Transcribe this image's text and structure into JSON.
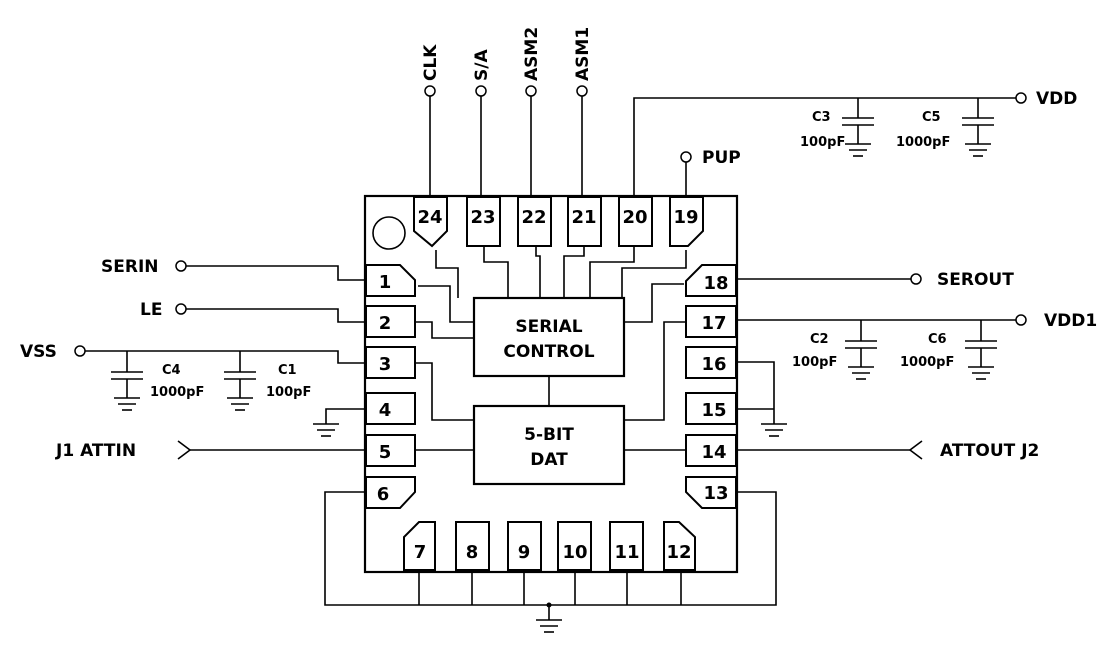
{
  "pins": {
    "p1": "1",
    "p2": "2",
    "p3": "3",
    "p4": "4",
    "p5": "5",
    "p6": "6",
    "p7": "7",
    "p8": "8",
    "p9": "9",
    "p10": "10",
    "p11": "11",
    "p12": "12",
    "p13": "13",
    "p14": "14",
    "p15": "15",
    "p16": "16",
    "p17": "17",
    "p18": "18",
    "p19": "19",
    "p20": "20",
    "p21": "21",
    "p22": "22",
    "p23": "23",
    "p24": "24"
  },
  "signals": {
    "clk": "CLK",
    "sa": "S/A",
    "asm2": "ASM2",
    "asm1": "ASM1",
    "vdd": "VDD",
    "pup": "PUP",
    "serin": "SERIN",
    "le": "LE",
    "vss": "VSS",
    "attin": "J1  ATTIN",
    "serout": "SEROUT",
    "vdd1": "VDD1",
    "attout": "ATTOUT  J2"
  },
  "blocks": {
    "serial_l1": "SERIAL",
    "serial_l2": "CONTROL",
    "dat_l1": "5-BIT",
    "dat_l2": "DAT"
  },
  "caps": {
    "c1": {
      "name": "C1",
      "value": "100pF"
    },
    "c2": {
      "name": "C2",
      "value": "100pF"
    },
    "c3": {
      "name": "C3",
      "value": "100pF"
    },
    "c4": {
      "name": "C4",
      "value": "1000pF"
    },
    "c5": {
      "name": "C5",
      "value": "1000pF"
    },
    "c6": {
      "name": "C6",
      "value": "1000pF"
    }
  }
}
